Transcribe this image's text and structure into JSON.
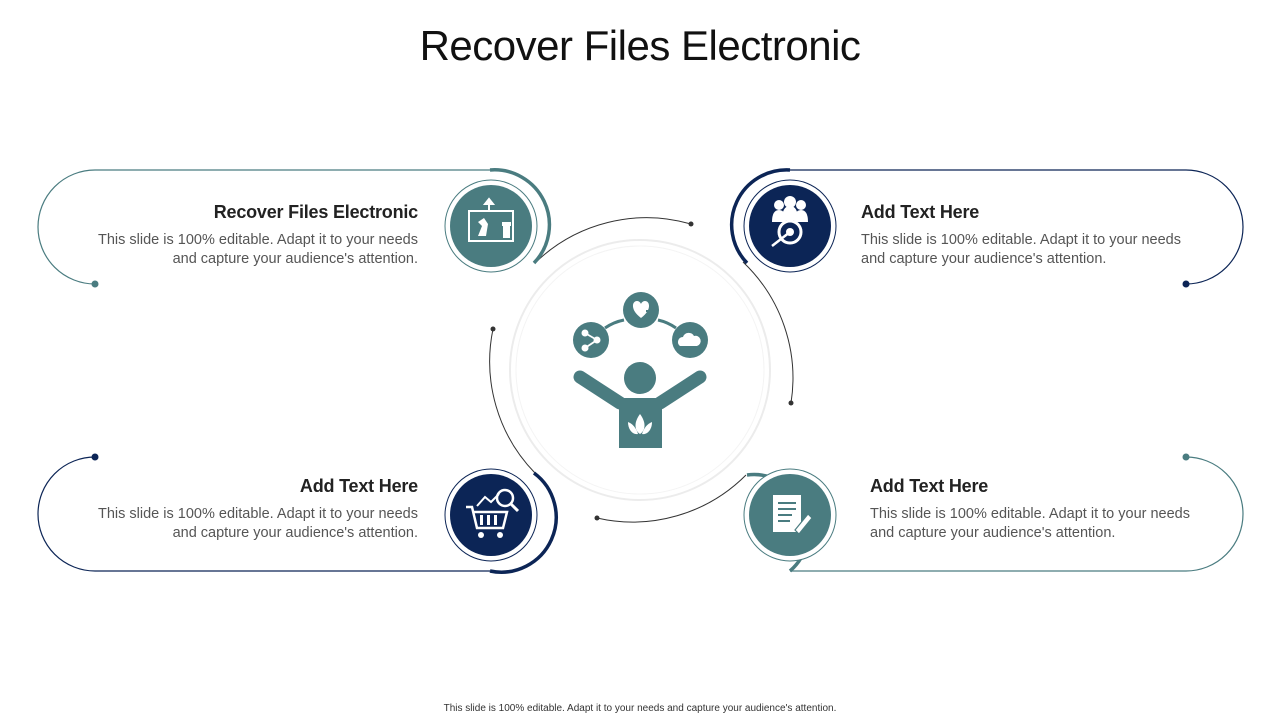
{
  "title": "Recover Files Electronic",
  "colors": {
    "teal": "#4A7C80",
    "navy": "#0C2556",
    "line": "#333333"
  },
  "cards": [
    {
      "heading": "Recover Files Electronic",
      "body": "This slide is 100% editable. Adapt it to your needs and capture your audience's attention.",
      "icon": "chess-strategy-icon",
      "color": "teal"
    },
    {
      "heading": "Add Text Here",
      "body": "This slide is 100% editable. Adapt it to your needs and capture your audience's attention.",
      "icon": "team-target-icon",
      "color": "navy"
    },
    {
      "heading": "Add Text Here",
      "body": "This slide is 100% editable. Adapt it to your needs and capture your audience's attention.",
      "icon": "shopping-cart-analytics-icon",
      "color": "navy"
    },
    {
      "heading": "Add Text Here",
      "body": "This slide is 100% editable. Adapt it to your needs and capture your audience's attention.",
      "icon": "document-edit-icon",
      "color": "teal"
    }
  ],
  "center_icon": "person-juggling-icons",
  "footer": "This slide is 100% editable. Adapt it to your needs and capture your audience's attention."
}
